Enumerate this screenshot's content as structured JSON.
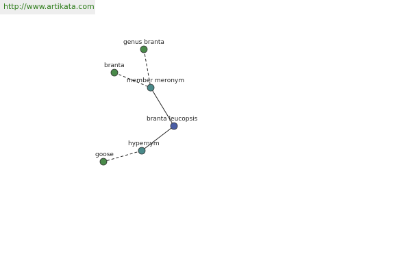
{
  "site": {
    "url": "http://www.artikata.com"
  },
  "colors": {
    "synset": "#4b5ea6",
    "relation": "#4a8a8a",
    "word": "#4a8a4a",
    "edge": "#222222",
    "url_text": "#2e7d1a"
  },
  "nodes": [
    {
      "id": "genus-branta",
      "label": "genus branta",
      "kind": "word"
    },
    {
      "id": "branta",
      "label": "branta",
      "kind": "word"
    },
    {
      "id": "member-meronym",
      "label": "member meronym",
      "kind": "relation"
    },
    {
      "id": "branta-leucopsis",
      "label": "branta leucopsis",
      "kind": "synset"
    },
    {
      "id": "hypernym",
      "label": "hypernym",
      "kind": "relation"
    },
    {
      "id": "goose",
      "label": "goose",
      "kind": "word"
    }
  ],
  "edges": [
    {
      "from": "genus-branta",
      "to": "member-meronym",
      "style": "dashed"
    },
    {
      "from": "branta",
      "to": "member-meronym",
      "style": "dashed"
    },
    {
      "from": "member-meronym",
      "to": "branta-leucopsis",
      "style": "solid"
    },
    {
      "from": "branta-leucopsis",
      "to": "hypernym",
      "style": "solid"
    },
    {
      "from": "hypernym",
      "to": "goose",
      "style": "dashed"
    }
  ]
}
